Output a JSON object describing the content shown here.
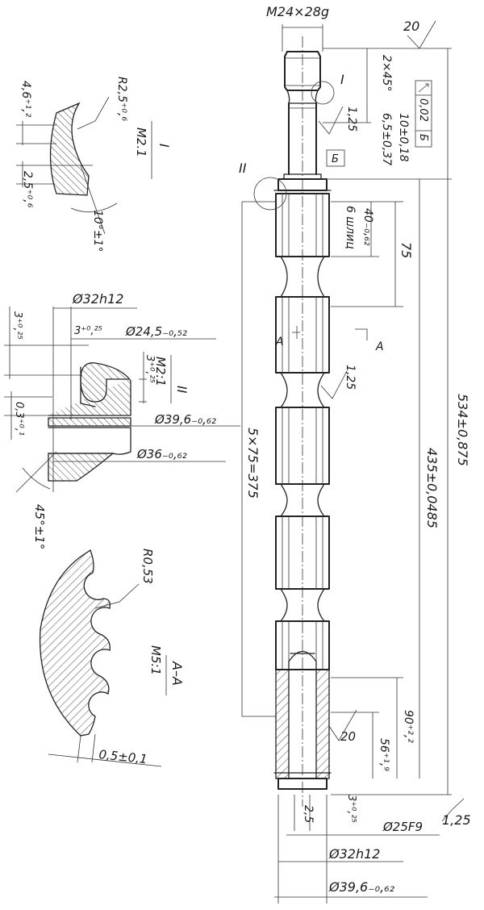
{
  "labels": {
    "thread": "M24×28g",
    "rough_top": "20",
    "chamfer": "2×45°",
    "rough_1_25_a": "1,25",
    "dim_6_5": "6,5±0,37",
    "dim_10": "10±0,18",
    "tolerance": "0,02",
    "datum_ref": "Б",
    "datum_box": "Б",
    "view_I_mark": "I",
    "view_II_mark": "II",
    "dim_40": "40₋₀,₆₂",
    "teeth_note": "6 шлиц",
    "dim_75": "75",
    "section_A_left": "A",
    "section_A_right": "A",
    "rough_1_25_b": "1,25",
    "dim_534": "534±0,875",
    "dim_435": "435±0,0485",
    "dim_5x75": "5×75=375",
    "dim_90": "90⁺²,²",
    "dim_56": "56⁺¹,⁹",
    "rough_20": "20",
    "dim_3_bottom": "3⁺⁰,²⁵",
    "dim_2_5": "2,5",
    "dim_25F9": "Ø25F9",
    "rough_1_25_c": "1,25",
    "dim_32h12_bottom": "Ø32h12",
    "dim_39_6_bottom": "Ø39,6₋₀,₆₂",
    "detI_title": "I",
    "detI_scale": "M2.1",
    "detI_R": "R2,5⁺⁰,⁶",
    "detI_4_6": "4,6⁺¹,²",
    "detI_2_5": "2,5⁺⁰,⁶",
    "detI_angle": "10°±1°",
    "detII_title": "II",
    "detII_scale": "M2:1",
    "detII_32h12": "Ø32h12",
    "detII_3_top": "3⁺⁰,²⁵",
    "detII_24_5": "Ø24,5₋₀,₅₂",
    "detII_3_left": "3⁺⁰,²⁵",
    "detII_3_right": "3⁺⁰,²⁵",
    "detII_0_3": "0,3⁺⁰,¹",
    "detII_39_6": "Ø39,6₋₀,₆₂",
    "detII_36": "Ø36₋₀,₆₂",
    "detII_angle": "45°±1°",
    "detA_title": "A–A",
    "detA_scale": "M5:1",
    "detA_R": "R0,53",
    "detA_dim": "0,5±0,1"
  }
}
